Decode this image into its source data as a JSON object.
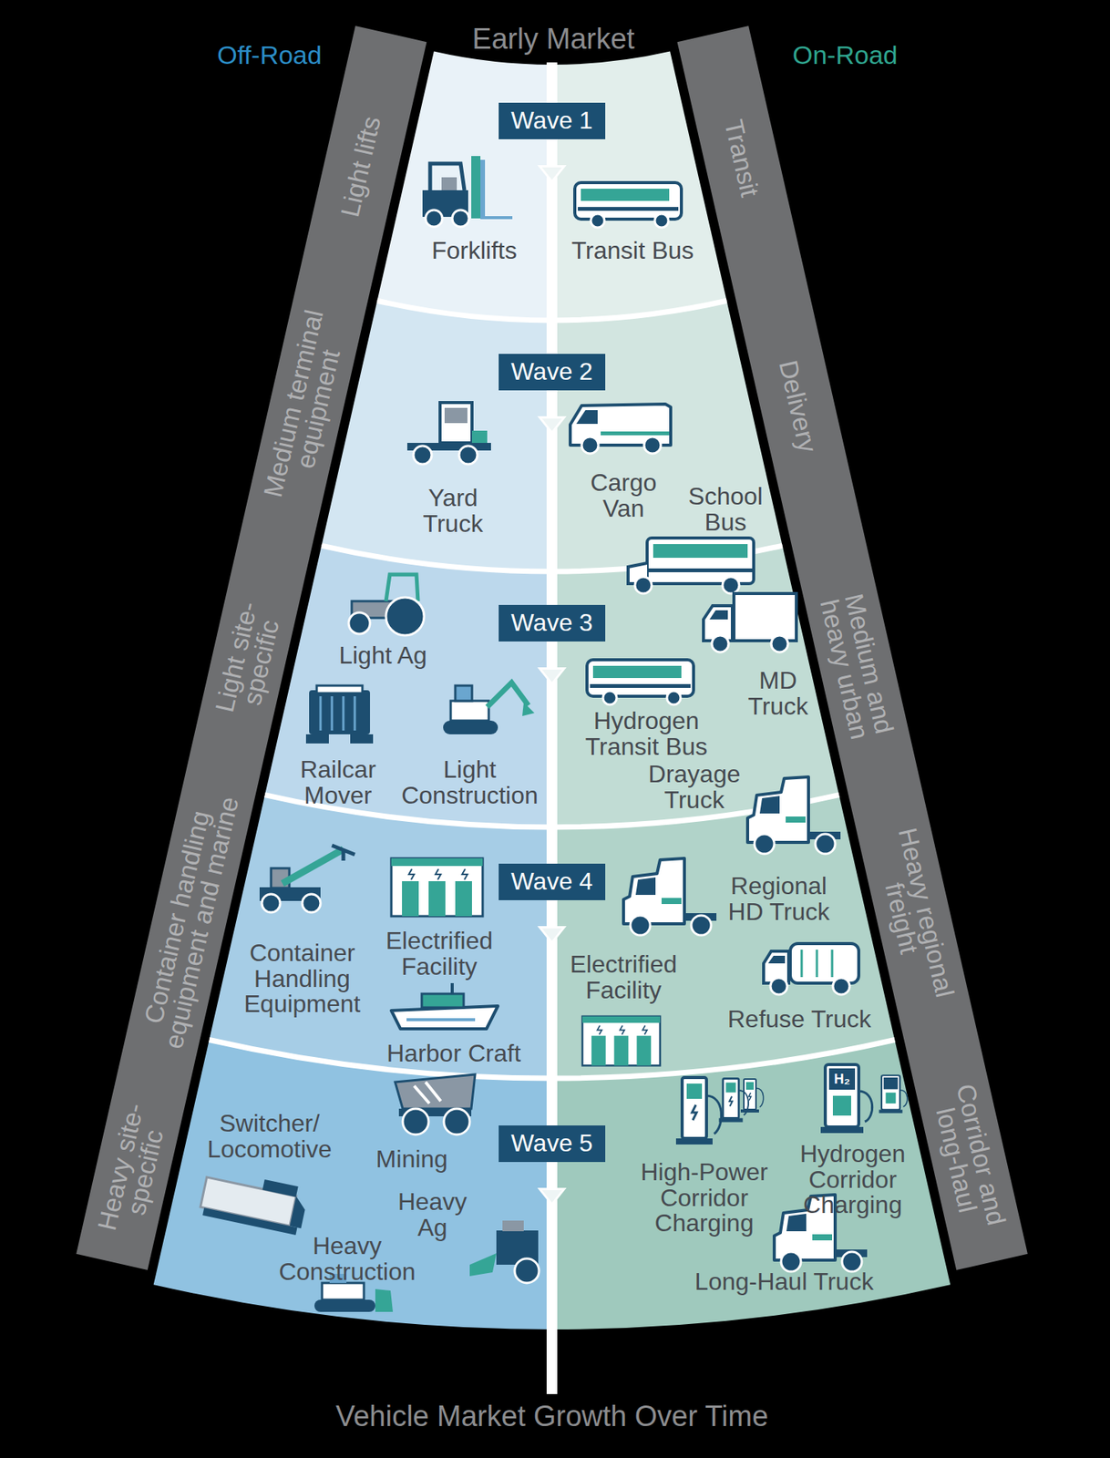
{
  "diagram": {
    "nodes": [
      {
        "text": [
          "Wave 1"
        ]
      },
      {
        "text": [
          "Wave 2"
        ]
      },
      {
        "text": [
          "Wave 3"
        ]
      },
      {
        "text": [
          "Wave 4"
        ]
      },
      {
        "text": [
          "Wave 5"
        ]
      }
    ],
    "labels": [
      "Early Market",
      "Off-Road",
      "On-Road",
      "Light lifts",
      "Medium terminal equipment",
      "Light site-specific",
      "Container handling equipment and marine",
      "Heavy site-specific",
      "Transit",
      "Delivery",
      "Medium and heavy urban",
      "Heavy regional freight",
      "Corridor and long-haul",
      "Forklifts",
      "Transit Bus",
      "Yard Truck",
      "Cargo Van",
      "School Bus",
      "Light Ag",
      "Railcar Mover",
      "Light Construction",
      "Hydrogen Transit Bus",
      "MD Truck",
      "Drayage Truck",
      "Container Handling Equipment",
      "Electrified Facility",
      "Harbor Craft",
      "Regional HD Truck",
      "Electrified Facility",
      "Refuse Truck",
      "Switcher/ Locomotive",
      "Mining",
      "Heavy Ag",
      "Heavy Construction",
      "High-Power Corridor Charging",
      "Hydrogen Corridor Charging",
      "Long-Haul Truck",
      "H₂",
      "Vehicle Market Growth Over Time"
    ]
  }
}
